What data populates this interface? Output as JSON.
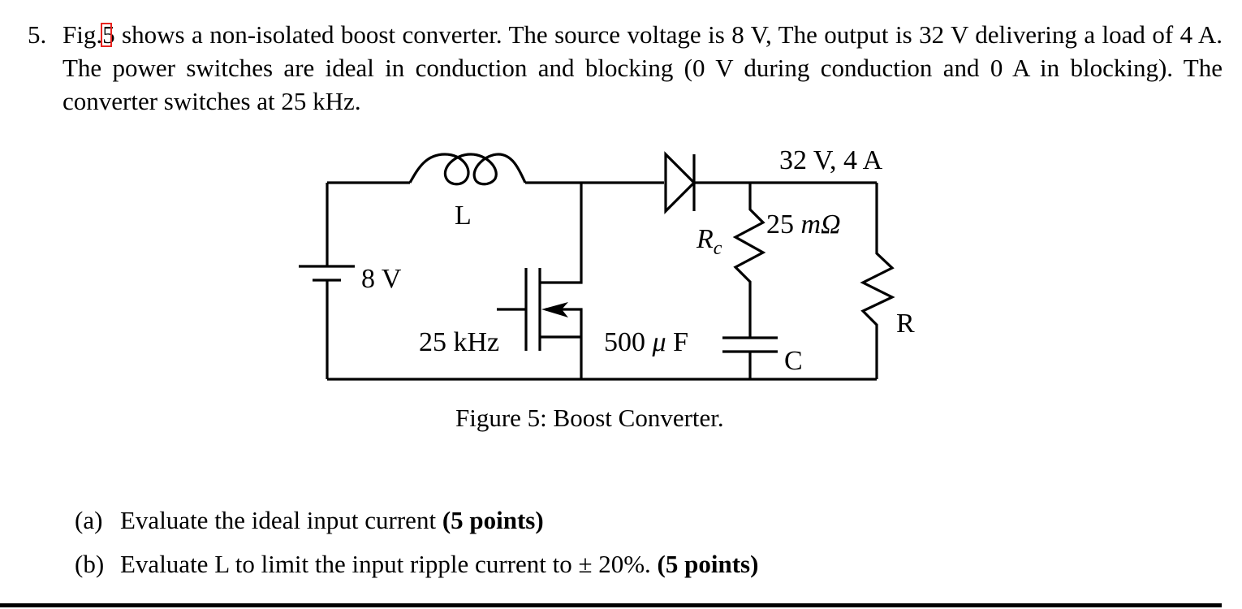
{
  "problem": {
    "number": "5.",
    "text_before_ref": "Fig.",
    "figure_ref": "5",
    "text_after_ref": " shows a non-isolated boost converter. The source voltage is 8 V, The output is 32 V delivering a load of 4 A. The power switches are ideal in conduction and blocking (0 V during conduction and 0 A in blocking). The converter switches at 25 kHz.",
    "highlight_color": "#e8231f"
  },
  "figure": {
    "labels": {
      "source": "8 V",
      "inductor": "L",
      "switch_freq": "25 kHz",
      "output": "32 V, 4 A",
      "esr_symbol": "R",
      "esr_subscript": "c",
      "esr_value": "25 mΩ",
      "esr_value_num": "25 ",
      "esr_value_unit": "mΩ",
      "cap_value_num": "500 ",
      "cap_value_mu": "μ",
      "cap_value_unit": " F",
      "capacitor": "C",
      "load": "R"
    },
    "caption": "Figure 5: Boost Converter."
  },
  "parts": [
    {
      "label": "(a)",
      "text": "Evaluate the ideal input current ",
      "points": "(5 points)"
    },
    {
      "label": "(b)",
      "text": "Evaluate L to limit the input ripple current to ± 20%. ",
      "points": "(5 points)"
    }
  ]
}
